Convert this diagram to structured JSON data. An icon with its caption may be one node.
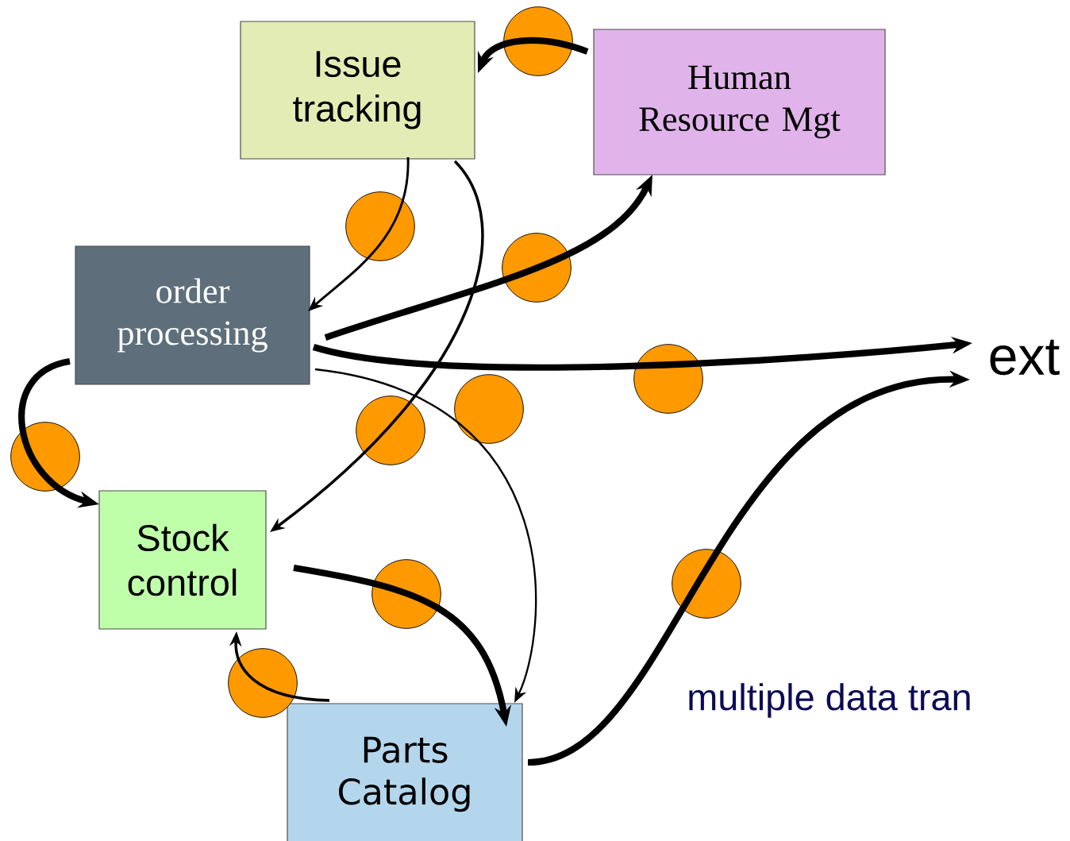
{
  "diagram": {
    "nodes": [
      {
        "text": [
          "Issue tracking"
        ]
      },
      {
        "text": [
          "Human Resource Mgt"
        ]
      },
      {
        "text": [
          "order processing"
        ]
      },
      {
        "text": [
          "Stock control"
        ]
      },
      {
        "text": [
          "Parts Catalog"
        ]
      },
      {
        "text": [
          "ext"
        ]
      }
    ],
    "edges": [
      {
        "from": 1,
        "to": 0,
        "arrow": "to"
      },
      {
        "from": 0,
        "to": 2,
        "arrow": "to"
      },
      {
        "from": 0,
        "to": 3,
        "arrow": "to"
      },
      {
        "from": 2,
        "to": 1,
        "arrow": "to"
      },
      {
        "from": 2,
        "to": 5,
        "arrow": "to"
      },
      {
        "from": 2,
        "to": 4,
        "arrow": "to"
      },
      {
        "from": 2,
        "to": 3,
        "arrow": "to"
      },
      {
        "from": 3,
        "to": 4,
        "arrow": "to"
      },
      {
        "from": 4,
        "to": 3,
        "arrow": "to"
      },
      {
        "from": 4,
        "to": 5,
        "arrow": "to"
      }
    ],
    "labels": [
      "multiple data tran"
    ]
  }
}
